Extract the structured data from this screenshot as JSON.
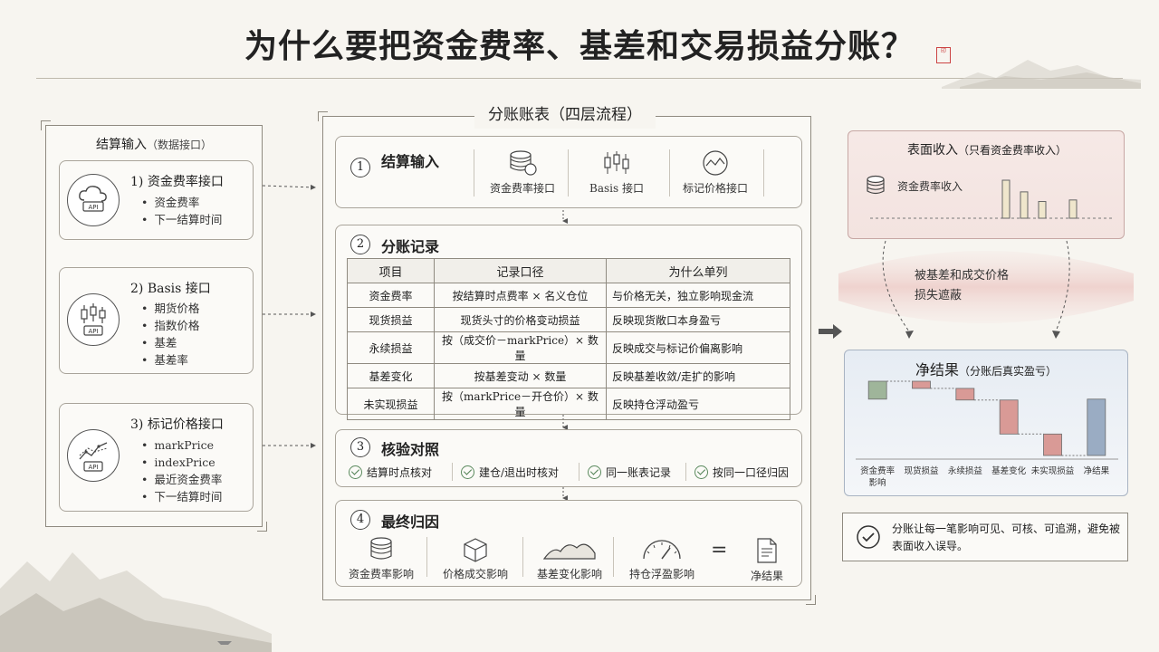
{
  "title": "为什么要把资金费率、基差和交易损益分账？",
  "seal_text": "印",
  "left": {
    "header": "结算输入",
    "header_sub": "（数据接口）",
    "apis": [
      {
        "title": "1) 资金费率接口",
        "icon_text": "API",
        "icon": "cloud-api-icon",
        "items": [
          "资金费率",
          "下一结算时间"
        ]
      },
      {
        "title": "2) Basis 接口",
        "icon_text": "API",
        "icon": "candlestick-api-icon",
        "items": [
          "期货价格",
          "指数价格",
          "基差",
          "基差率"
        ]
      },
      {
        "title": "3) 标记价格接口",
        "icon_text": "API",
        "icon": "line-chart-api-icon",
        "items": [
          "markPrice",
          "indexPrice",
          "最近资金费率",
          "下一结算时间"
        ]
      }
    ]
  },
  "center": {
    "header": "分账账表（四层流程）",
    "stage1": {
      "num": "1",
      "title": "结算输入",
      "icons": [
        {
          "label": "资金费率接口",
          "icon": "coin-stack-icon"
        },
        {
          "label": "Basis 接口",
          "icon": "candlestick-icon"
        },
        {
          "label": "标记价格接口",
          "icon": "trend-circle-icon"
        }
      ]
    },
    "stage2": {
      "num": "2",
      "title": "分账记录",
      "columns": [
        "项目",
        "记录口径",
        "为什么单列"
      ],
      "rows": [
        [
          "资金费率",
          "按结算时点费率 × 名义仓位",
          "与价格无关，独立影响现金流"
        ],
        [
          "现货损益",
          "现货头寸的价格变动损益",
          "反映现货敞口本身盈亏"
        ],
        [
          "永续损益",
          "按（成交价－markPrice）× 数量",
          "反映成交与标记价偏离影响"
        ],
        [
          "基差变化",
          "按基差变动 × 数量",
          "反映基差收敛/走扩的影响"
        ],
        [
          "未实现损益",
          "按（markPrice－开仓价）× 数量",
          "反映持仓浮动盈亏"
        ]
      ]
    },
    "stage3": {
      "num": "3",
      "title": "核验对照",
      "checks": [
        "结算时点核对",
        "建仓/退出时核对",
        "同一账表记录",
        "按同一口径归因"
      ]
    },
    "stage4": {
      "num": "4",
      "title": "最终归因",
      "items": [
        {
          "label": "资金费率影响",
          "icon": "coin-stack-icon"
        },
        {
          "label": "价格成交影响",
          "icon": "cube-icon"
        },
        {
          "label": "基差变化影响",
          "icon": "mountain-curve-icon"
        },
        {
          "label": "持仓浮盈影响",
          "icon": "gauge-icon"
        }
      ],
      "equals": "=",
      "result": {
        "label": "净结果",
        "icon": "document-icon"
      }
    }
  },
  "right": {
    "surface": {
      "title": "表面收入",
      "title_sub": "（只看资金费率收入）",
      "legend": "资金费率收入",
      "bars": [
        0.75,
        0.52,
        0.33,
        0.36
      ]
    },
    "mask_text_1": "被基差和成交价格",
    "mask_text_2": "损失遮蔽",
    "net": {
      "title": "净结果",
      "title_sub": "（分账后真实盈亏）"
    },
    "conclusion": "分账让每一笔影响可见、可核、可追溯，避免被表面收入误导。"
  },
  "chart_data": {
    "type": "waterfall",
    "categories": [
      "资金费率影响",
      "现货损益",
      "永续损益",
      "基差变化",
      "未实现损益",
      "净结果"
    ],
    "axis_labels": [
      "资金费率",
      "现货损益",
      "永续损益",
      "基差变化",
      "未实现损益",
      "净结果"
    ],
    "axis_label_extra": "影响",
    "values": [
      2,
      -0.8,
      -1.3,
      -3.8,
      -2.4,
      -6.3
    ],
    "colors": [
      "#9fb59a",
      "#d99a96",
      "#d99a96",
      "#d99a96",
      "#d99a96",
      "#9aacc3"
    ]
  },
  "colors": {
    "accent_green": "#5b8a5e",
    "negative_red": "#d99a96",
    "net_blue": "#9aacc3",
    "frame_gray": "#8f8a80"
  }
}
